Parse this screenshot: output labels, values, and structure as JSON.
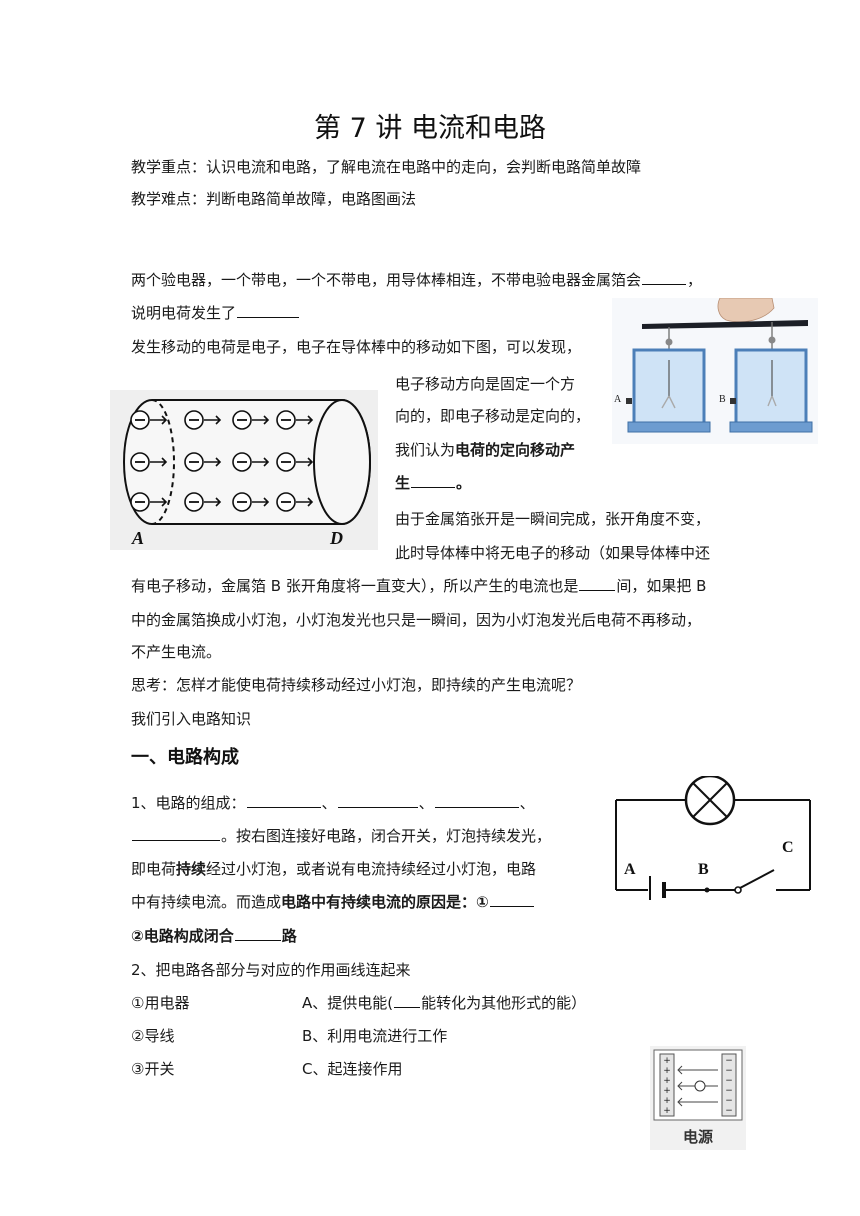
{
  "title": "第 7 讲  电流和电路",
  "focus_label": "教学重点：",
  "focus_text": "认识电流和电路，了解电流在电路中的走向，会判断电路简单故障",
  "difficulty_label": "教学难点：",
  "difficulty_text": "判断电路简单故障，电路图画法",
  "intro": {
    "p1a": "两个验电器，一个带电，一个不带电，用导体棒相连，不带电验电器金属箔会",
    "p1b_end": "，",
    "p1c": "说明电荷发生了",
    "p2": "发生移动的电荷是电子，电子在导体棒中的移动如下图，可以发现，",
    "p3": "电子移动方向是固定一个方",
    "p4": "向的，即电子移动是定向的，",
    "p5a": "我们认为",
    "p5b": "电荷的定向移动产",
    "p6a": "生",
    "p6b": "。",
    "p7": "由于金属箔张开是一瞬间完成，张开角度不变，",
    "p8": "此时导体棒中将无电子的移动（如果导体棒中还",
    "p9a": "有电子移动，金属箔 B 张开角度将一直变大），所以产生的电流也是",
    "p9b": "间，如果把 B",
    "p10": "中的金属箔换成小灯泡，小灯泡发光也只是一瞬间，因为小灯泡发光后电荷不再移动，",
    "p11": "不产生电流。",
    "p12": "思考：怎样才能使电荷持续移动经过小灯泡，即持续的产生电流呢？",
    "p13": "我们引入电路知识"
  },
  "section1": {
    "heading": "一、电路构成",
    "q1a": "1、电路的组成：",
    "sep": "、",
    "q1b": "。按右图连接好电路，闭合开关，灯泡持续发光，",
    "q1c1": "即电荷",
    "q1c2": "持续",
    "q1c3": "经过小灯泡，或者说有电流持续经过小灯泡，电路",
    "q1d1": "中有持续电流。而造成",
    "q1d2": "电路中有持续电流的原因是：①",
    "q1e1": "②电路构成闭合",
    "q1e2": "路",
    "q2": "2、把电路各部分与对应的作用画线连起来",
    "left_items": [
      "①用电器",
      "②导线",
      "③开关"
    ],
    "right_items": [
      "A、提供电能(",
      "B、利用电流进行工作",
      "C、起连接作用"
    ],
    "right_item0_end": "能转化为其他形式的能）"
  },
  "figures": {
    "electroscope_labels": [
      "A",
      "B"
    ],
    "rod_labels": [
      "A",
      "D"
    ],
    "electron_symbol": "⊖",
    "circuit_labels": [
      "A",
      "B",
      "C"
    ],
    "power_caption": "电源",
    "power_plus": "+",
    "power_minus": "−"
  }
}
